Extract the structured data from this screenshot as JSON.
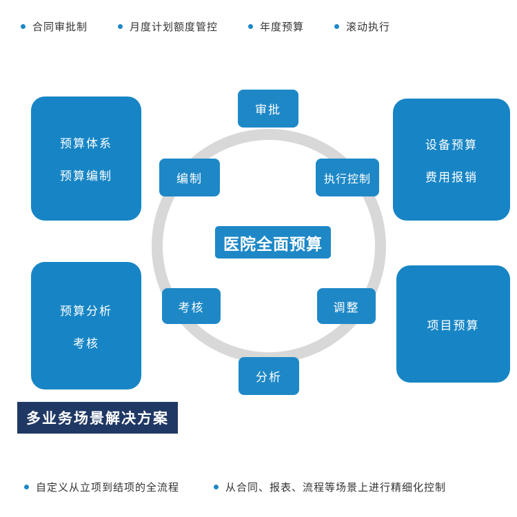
{
  "colors": {
    "accent_blue": "#1e88c7",
    "dark_navy": "#1f3864",
    "ring_gray": "#d8d8d8",
    "text_dark": "#333333"
  },
  "top_bullets": [
    {
      "label": "合同审批制"
    },
    {
      "label": "月度计划额度管控"
    },
    {
      "label": "年度预算"
    },
    {
      "label": "滚动执行"
    }
  ],
  "diagram": {
    "center_label": "医院全面预算",
    "cycle_nodes": [
      {
        "label": "审批"
      },
      {
        "label": "编制"
      },
      {
        "label": "执行控制"
      },
      {
        "label": "考核"
      },
      {
        "label": "调整"
      },
      {
        "label": "分析"
      }
    ],
    "corner_boxes": [
      {
        "lines": [
          "预算体系",
          "预算编制"
        ]
      },
      {
        "lines": [
          "设备预算",
          "费用报销"
        ]
      },
      {
        "lines": [
          "预算分析",
          "考核"
        ]
      },
      {
        "lines": [
          "项目预算"
        ]
      }
    ]
  },
  "section_label": "多业务场景解决方案",
  "bottom_bullets": [
    {
      "label": "自定义从立项到结项的全流程"
    },
    {
      "label": "从合同、报表、流程等场景上进行精细化控制"
    }
  ]
}
